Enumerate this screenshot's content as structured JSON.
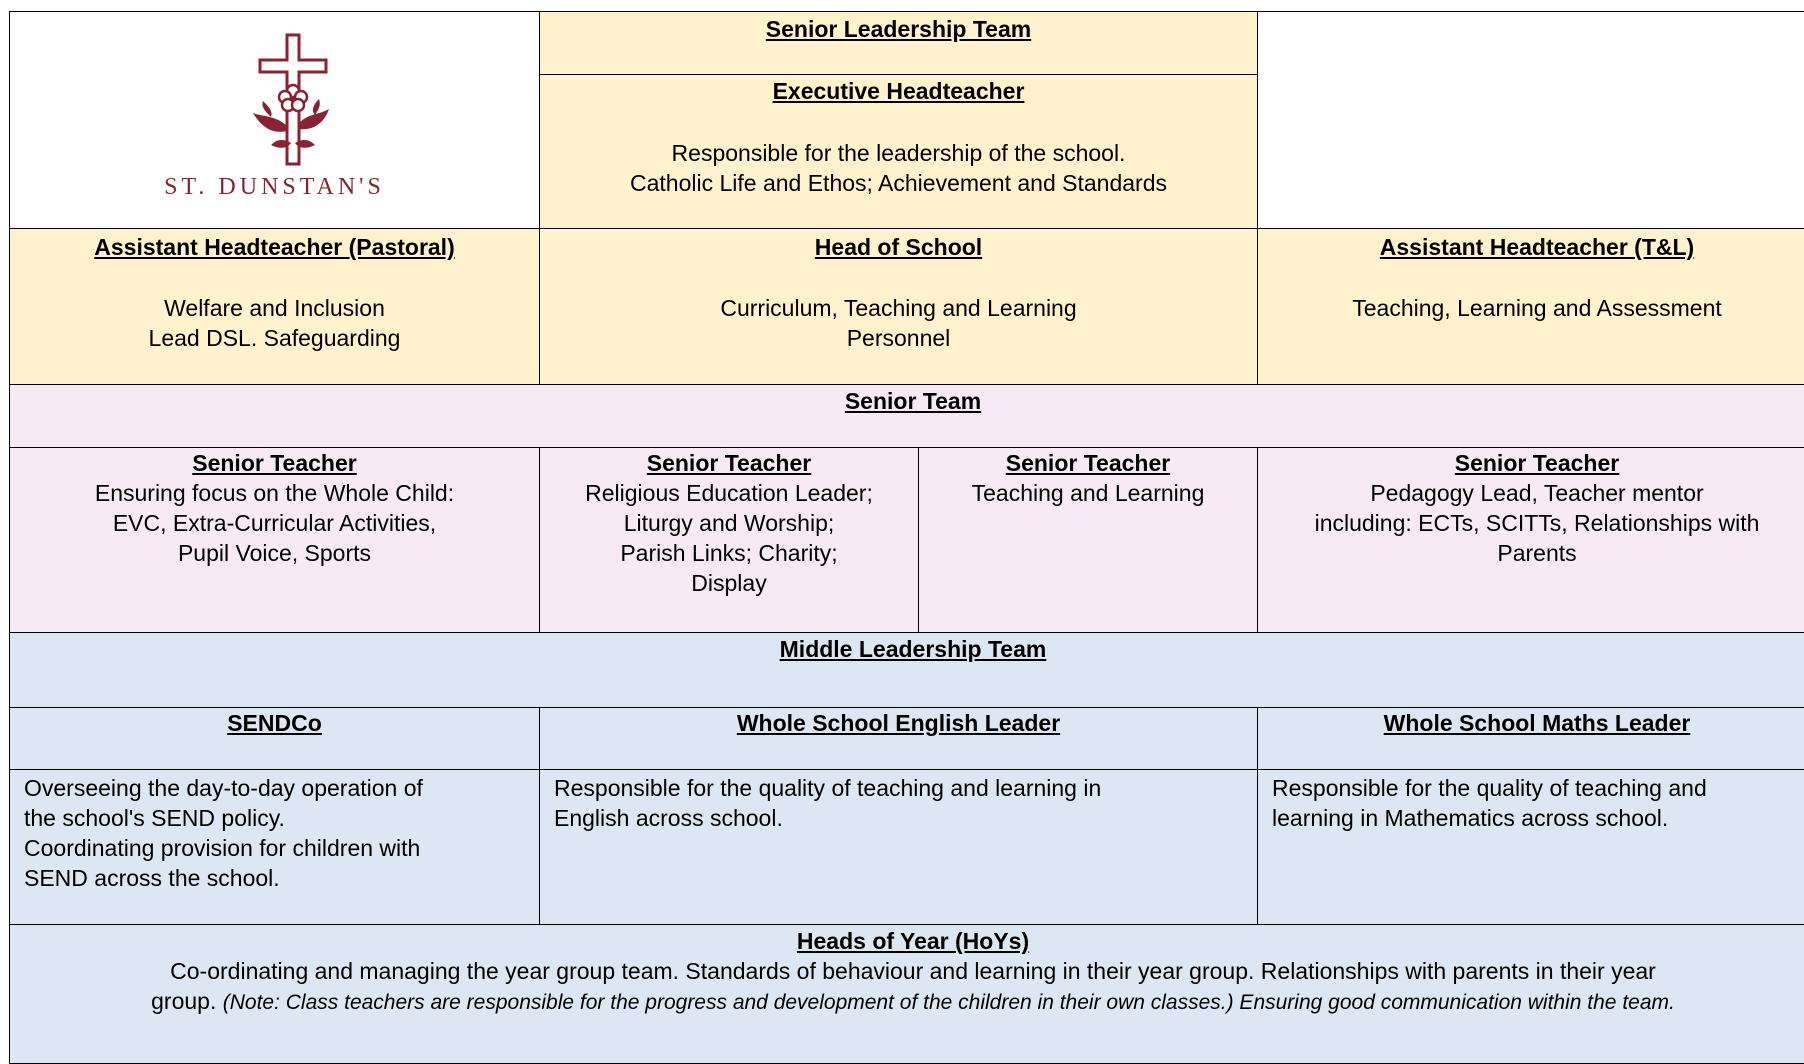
{
  "logo": {
    "name_text": "ST. DUNSTAN'S",
    "color": "#8b2232"
  },
  "senior_leadership": {
    "title": "Senior Leadership Team",
    "executive": {
      "title": "Executive Headteacher",
      "line1": "Responsible for the leadership of the school.",
      "line2": "Catholic Life and Ethos; Achievement and Standards"
    },
    "ah_pastoral": {
      "title": "Assistant Headteacher (Pastoral)",
      "line1": "Welfare and Inclusion",
      "line2": "Lead DSL. Safeguarding"
    },
    "head_of_school": {
      "title": "Head of School",
      "line1": "Curriculum, Teaching and Learning",
      "line2": "Personnel"
    },
    "ah_tl": {
      "title": "Assistant Headteacher (T&L)",
      "line1": "Teaching, Learning and Assessment"
    }
  },
  "senior_team": {
    "title": "Senior Team",
    "teachers": [
      {
        "title": "Senior Teacher",
        "lines": [
          "Ensuring focus on the Whole Child:",
          "EVC, Extra-Curricular Activities,",
          "Pupil Voice, Sports"
        ]
      },
      {
        "title": "Senior Teacher",
        "lines": [
          "Religious Education Leader;",
          "Liturgy and Worship;",
          "Parish Links; Charity;",
          "Display"
        ]
      },
      {
        "title": "Senior Teacher",
        "lines": [
          "Teaching and Learning"
        ]
      },
      {
        "title": "Senior Teacher",
        "lines": [
          "Pedagogy Lead, Teacher mentor",
          "including: ECTs, SCITTs, Relationships with",
          "Parents"
        ]
      }
    ]
  },
  "middle_leadership": {
    "title": "Middle Leadership Team",
    "sendco": {
      "title": "SENDCo",
      "lines": [
        "Overseeing the day-to-day operation of",
        "the school's SEND policy.",
        "Coordinating provision for children with",
        "SEND across the school."
      ]
    },
    "english": {
      "title": "Whole School English Leader",
      "lines": [
        "Responsible for the quality of teaching and learning in",
        "English across school."
      ]
    },
    "maths": {
      "title": "Whole School Maths Leader",
      "lines": [
        "Responsible for the quality of teaching and",
        "learning in Mathematics across school."
      ]
    }
  },
  "heads_of_year": {
    "title": "Heads of Year (HoYs)",
    "line1": "Co-ordinating and managing the year group team. Standards of behaviour and learning in their year group. Relationships with parents in their year",
    "line2_start": "group. ",
    "line2_note": "(Note: Class teachers are responsible for the progress and development of the children in their own classes.) Ensuring good communication within the team."
  }
}
